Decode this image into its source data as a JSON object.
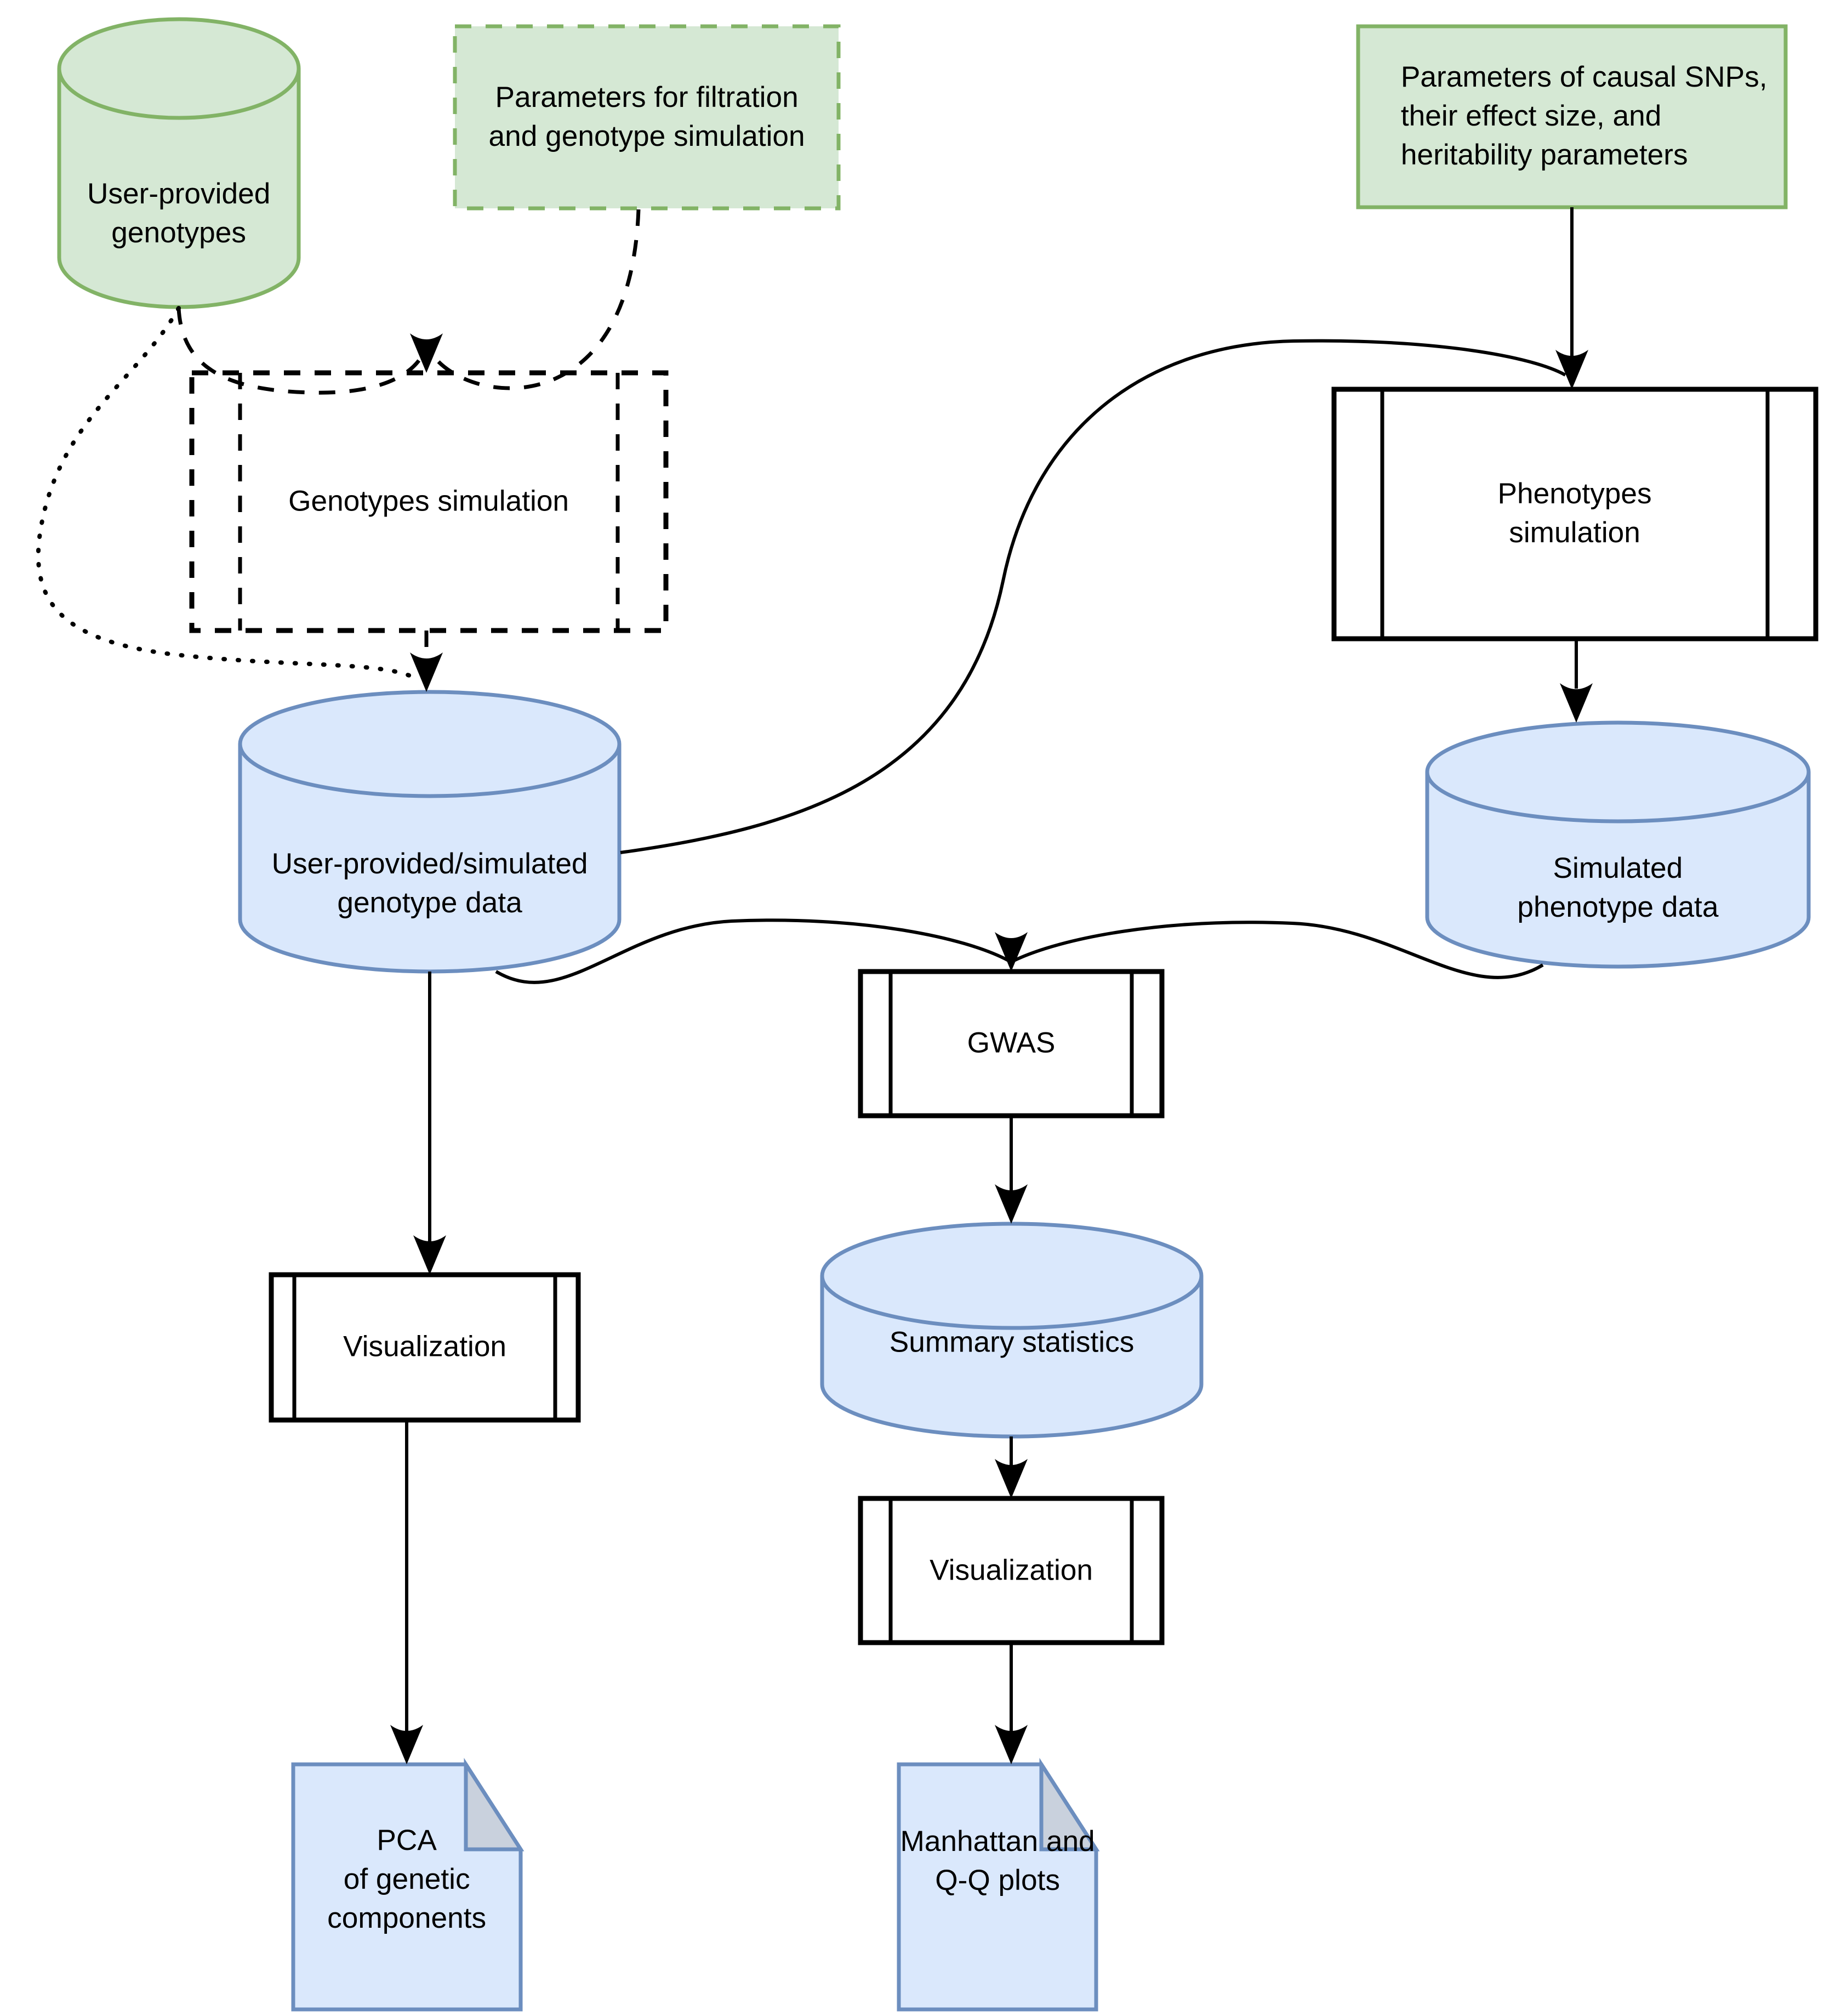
{
  "diagram_title": "GWAS simulation pipeline flowchart",
  "colors": {
    "green_fill": "#d5e8d4",
    "green_stroke": "#82b366",
    "blue_fill": "#dae8fc",
    "blue_stroke": "#6c8ebf",
    "fold_fill": "#c9d1dd",
    "line": "#000000",
    "background": "#ffffff"
  },
  "nodes": {
    "user_genotypes": {
      "type": "cylinder-datastore",
      "label": "User-provided\ngenotypes"
    },
    "param_filtration": {
      "type": "dashed-input-box",
      "label": "Parameters for filtration\nand genotype simulation"
    },
    "param_causal": {
      "type": "input-box",
      "label": "Parameters of causal SNPs,\ntheir effect size, and\nheritability parameters"
    },
    "genotypes_sim": {
      "type": "subroutine-dashed",
      "label": "Genotypes simulation"
    },
    "phenotypes_sim": {
      "type": "subroutine",
      "label": "Phenotypes simulation"
    },
    "genotype_data": {
      "type": "cylinder-datastore",
      "label": "User-provided/simulated\ngenotype data"
    },
    "phenotype_data": {
      "type": "cylinder-datastore",
      "label": "Simulated\nphenotype data"
    },
    "gwas": {
      "type": "subroutine",
      "label": "GWAS"
    },
    "summary_stats": {
      "type": "cylinder-datastore",
      "label": "Summary statistics"
    },
    "viz_genotype": {
      "type": "subroutine",
      "label": "Visualization"
    },
    "viz_summary": {
      "type": "subroutine",
      "label": "Visualization"
    },
    "pca_doc": {
      "type": "document",
      "label": "PCA\nof genetic\ncomponents"
    },
    "manhattan_doc": {
      "type": "document",
      "label": "Manhattan and\nQ-Q plots"
    }
  },
  "edges": [
    {
      "from": "user_genotypes",
      "to": "genotypes_sim",
      "style": "dashed"
    },
    {
      "from": "param_filtration",
      "to": "genotypes_sim",
      "style": "dashed"
    },
    {
      "from": "user_genotypes",
      "to": "genotype_data",
      "style": "dotted"
    },
    {
      "from": "genotypes_sim",
      "to": "genotype_data",
      "style": "dashed"
    },
    {
      "from": "param_causal",
      "to": "phenotypes_sim",
      "style": "solid"
    },
    {
      "from": "genotype_data",
      "to": "phenotypes_sim",
      "style": "solid"
    },
    {
      "from": "phenotypes_sim",
      "to": "phenotype_data",
      "style": "solid"
    },
    {
      "from": "genotype_data",
      "to": "gwas",
      "style": "solid"
    },
    {
      "from": "phenotype_data",
      "to": "gwas",
      "style": "solid"
    },
    {
      "from": "gwas",
      "to": "summary_stats",
      "style": "solid"
    },
    {
      "from": "summary_stats",
      "to": "viz_summary",
      "style": "solid"
    },
    {
      "from": "viz_summary",
      "to": "manhattan_doc",
      "style": "solid"
    },
    {
      "from": "genotype_data",
      "to": "viz_genotype",
      "style": "solid"
    },
    {
      "from": "viz_genotype",
      "to": "pca_doc",
      "style": "solid"
    }
  ]
}
